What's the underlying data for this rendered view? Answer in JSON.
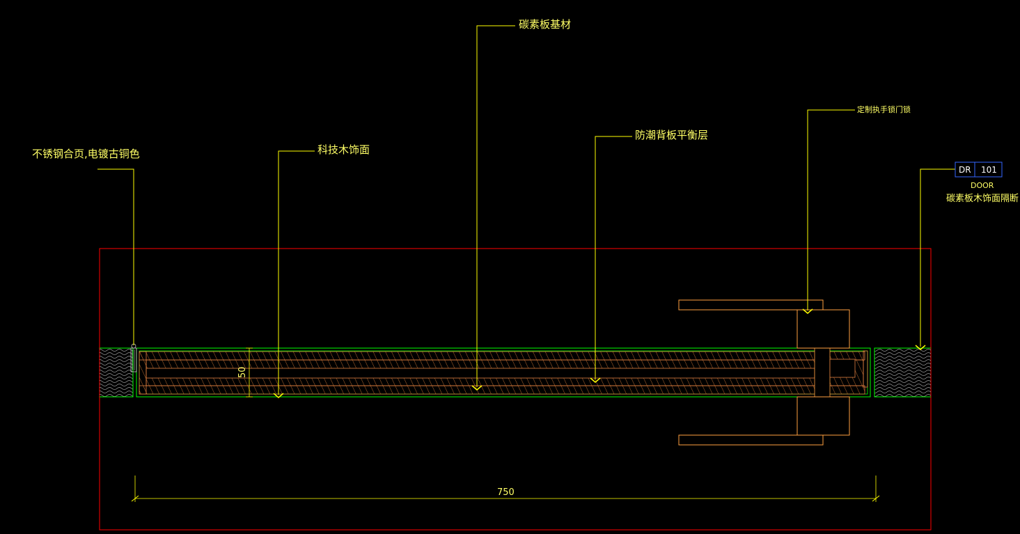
{
  "labels": {
    "carbon_board_base": "碳素板基材",
    "custom_handle_lock": "定制执手锁门锁",
    "moisture_back_panel": "防潮背板平衡层",
    "tech_wood_finish": "科技木饰面",
    "stainless_hinge": "不锈钢合页,电镀古铜色"
  },
  "door_tag": {
    "code": "DR",
    "number": "101",
    "type": "DOOR",
    "description": "碳素板木饰面隔断"
  },
  "dimensions": {
    "width": "750",
    "thickness": "50"
  },
  "colors": {
    "background": "#000000",
    "leader": "#ffff00",
    "frame": "#ff0000",
    "outline": "#00ff00",
    "hardware": "#ffa040",
    "tag_box": "#3366ff",
    "text": "#ffff66",
    "tag_text": "#ffffff"
  }
}
